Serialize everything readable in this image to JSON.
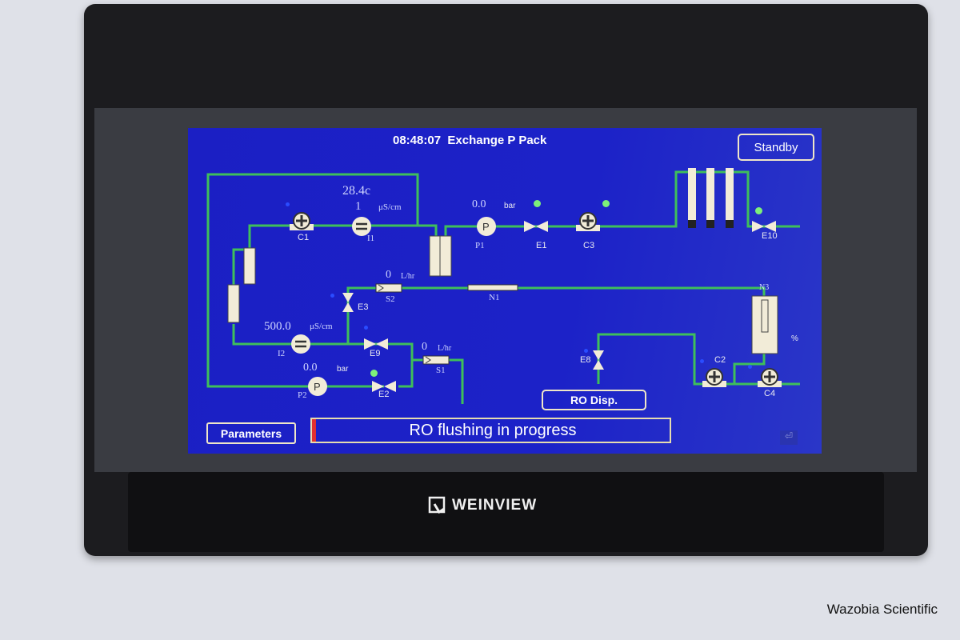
{
  "header": {
    "time": "08:48:07",
    "title": "Exchange P Pack",
    "standby_label": "Standby"
  },
  "readings": {
    "temperature": "28.4c",
    "i1_value": "1",
    "i1_unit": "μS/cm",
    "i2_value": "500.0",
    "i2_unit": "μS/cm",
    "p1_value": "0.0",
    "p1_unit": "bar",
    "p2_value": "0.0",
    "p2_unit": "bar",
    "s2_value": "0",
    "s2_unit": "L/hr",
    "s1_value": "0",
    "s1_unit": "L/hr",
    "percent_unit": "%"
  },
  "components": {
    "C1": "C1",
    "C2": "C2",
    "C3": "C3",
    "C4": "C4",
    "I1": "I1",
    "I2": "I2",
    "P1": "P1",
    "P2": "P2",
    "E1": "E1",
    "E2": "E2",
    "E3": "E3",
    "E8": "E8",
    "E9": "E9",
    "E10": "E10",
    "S1": "S1",
    "S2": "S2",
    "N1": "N1",
    "N3": "N3"
  },
  "buttons": {
    "ro_disp": "RO Disp.",
    "parameters": "Parameters"
  },
  "status": {
    "message": "RO flushing in progress"
  },
  "colors": {
    "screen_bg": "#1c22c8",
    "pipe": "#3fbf5a",
    "led_on": "#7df07a",
    "led_off": "#2a4cff",
    "alarm": "#e03030"
  },
  "brand": {
    "logo": "WEINVIEW",
    "watermark": "Wazobia Scientific"
  }
}
